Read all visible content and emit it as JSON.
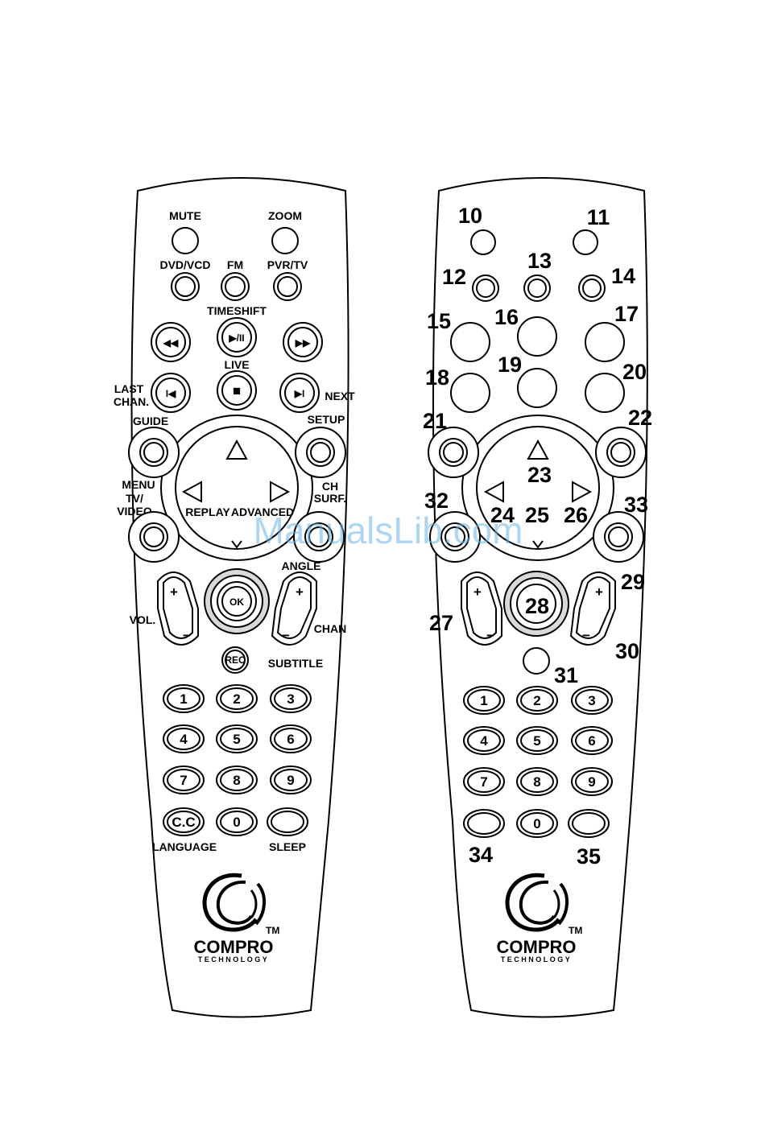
{
  "left_remote": {
    "labels": {
      "mute": "MUTE",
      "zoom": "ZOOM",
      "dvd_vcd": "DVD/VCD",
      "fm": "FM",
      "pvr_tv": "PVR/TV",
      "timeshift": "TIMESHIFT",
      "live": "LIVE",
      "last_chan_1": "LAST",
      "last_chan_2": "CHAN.",
      "next": "NEXT",
      "guide": "GUIDE",
      "setup": "SETUP",
      "menu": "MENU",
      "tv_video_1": "TV/",
      "tv_video_2": "VIDEO",
      "ch_surf_1": "CH",
      "ch_surf_2": "SURF.",
      "replay": "REPLAY",
      "advanced": "ADVANCED",
      "angle": "ANGLE",
      "vol": "VOL.",
      "chan": "CHAN",
      "subtitle": "SUBTITLE",
      "language": "LANGUAGE",
      "sleep": "SLEEP"
    },
    "keys": {
      "ok": "OK",
      "rec": "REC",
      "cc": "C.C",
      "play_pause": "▶/II",
      "rewind": "◀◀",
      "fast_forward": "▶▶",
      "stop": "■",
      "prev": "I◀",
      "skip_next": "▶I",
      "plus": "+",
      "minus": "−"
    },
    "digits": [
      "1",
      "2",
      "3",
      "4",
      "5",
      "6",
      "7",
      "8",
      "9",
      "0"
    ]
  },
  "right_remote": {
    "callouts": {
      "n10": "10",
      "n11": "11",
      "n12": "12",
      "n13": "13",
      "n14": "14",
      "n15": "15",
      "n16": "16",
      "n17": "17",
      "n18": "18",
      "n19": "19",
      "n20": "20",
      "n21": "21",
      "n22": "22",
      "n23": "23",
      "n24": "24",
      "n25": "25",
      "n26": "26",
      "n27": "27",
      "n28": "28",
      "n29": "29",
      "n30": "30",
      "n31": "31",
      "n32": "32",
      "n33": "33",
      "n34": "34",
      "n35": "35"
    },
    "keys": {
      "plus": "+",
      "minus": "−"
    },
    "digits": [
      "1",
      "2",
      "3",
      "4",
      "5",
      "6",
      "7",
      "8",
      "9",
      "0"
    ]
  },
  "brand": {
    "name": "COMPRO",
    "sub": "TECHNOLOGY",
    "tm": "TM"
  },
  "watermark": "ManualsLib.com"
}
